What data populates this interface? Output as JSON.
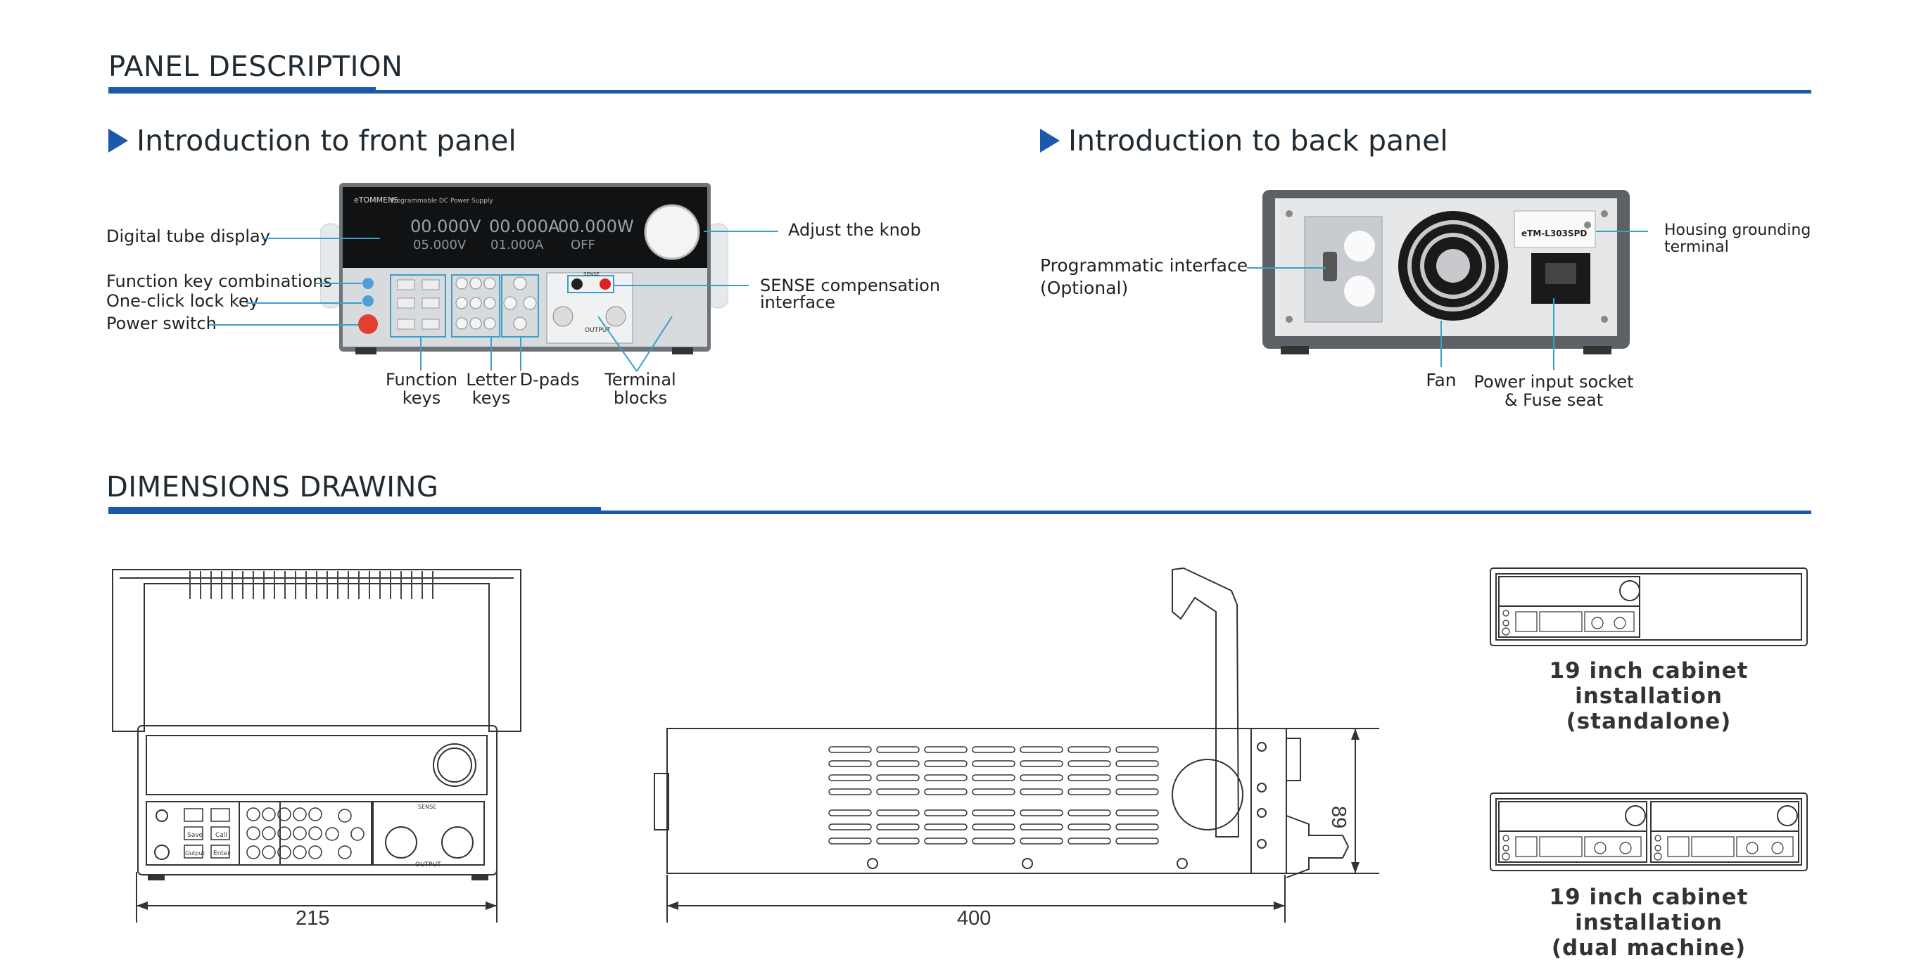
{
  "panel_section": {
    "title": "PANEL DESCRIPTION",
    "front": {
      "title": "Introduction to front panel",
      "device": {
        "brand": "eTOMMENS",
        "model_text": "Programmable DC Power Supply",
        "display_row1": [
          "00.000V",
          "00.000A",
          "00.000W"
        ],
        "display_row2": [
          "05.000V",
          "01.000A",
          "OFF"
        ],
        "output_label": "OUTPUT",
        "sense_label": "SENSE"
      },
      "labels": {
        "digital_tube": "Digital tube display",
        "function_combo": "Function key combinations",
        "lock_key": "One-click lock key",
        "power_switch": "Power switch",
        "knob": "Adjust the knob",
        "sense_line1": "SENSE compensation",
        "sense_line2": "interface",
        "function_keys_1": "Function",
        "function_keys_2": "keys",
        "letter_keys_1": "Letter",
        "letter_keys_2": "keys",
        "dpads": "D-pads",
        "terminal_1": "Terminal",
        "terminal_2": "blocks"
      }
    },
    "back": {
      "title": "Introduction to back panel",
      "device": {
        "label_model": "eTM-L303SPD"
      },
      "labels": {
        "prog_1": "Programmatic interface",
        "prog_2": "(Optional)",
        "ground_1": "Housing grounding",
        "ground_2": "terminal",
        "fan": "Fan",
        "power_1": "Power input socket",
        "power_2": "& Fuse seat"
      }
    }
  },
  "dimension_section": {
    "title": "DIMENSIONS DRAWING",
    "front_width": "215",
    "side_depth": "400",
    "side_height": "89",
    "front_drawing": {
      "key_labels": [
        "Save",
        "Call",
        "Output",
        "Enter"
      ],
      "output_label": "OUTPUT",
      "sense_label": "SENSE"
    },
    "cabinet_standalone_1": "19 inch cabinet installation",
    "cabinet_standalone_2": "(standalone)",
    "cabinet_dual_1": "19 inch cabinet installation",
    "cabinet_dual_2": "(dual machine)"
  },
  "colors": {
    "accent": "#1a5aa8",
    "leader": "#3aa0c8"
  }
}
